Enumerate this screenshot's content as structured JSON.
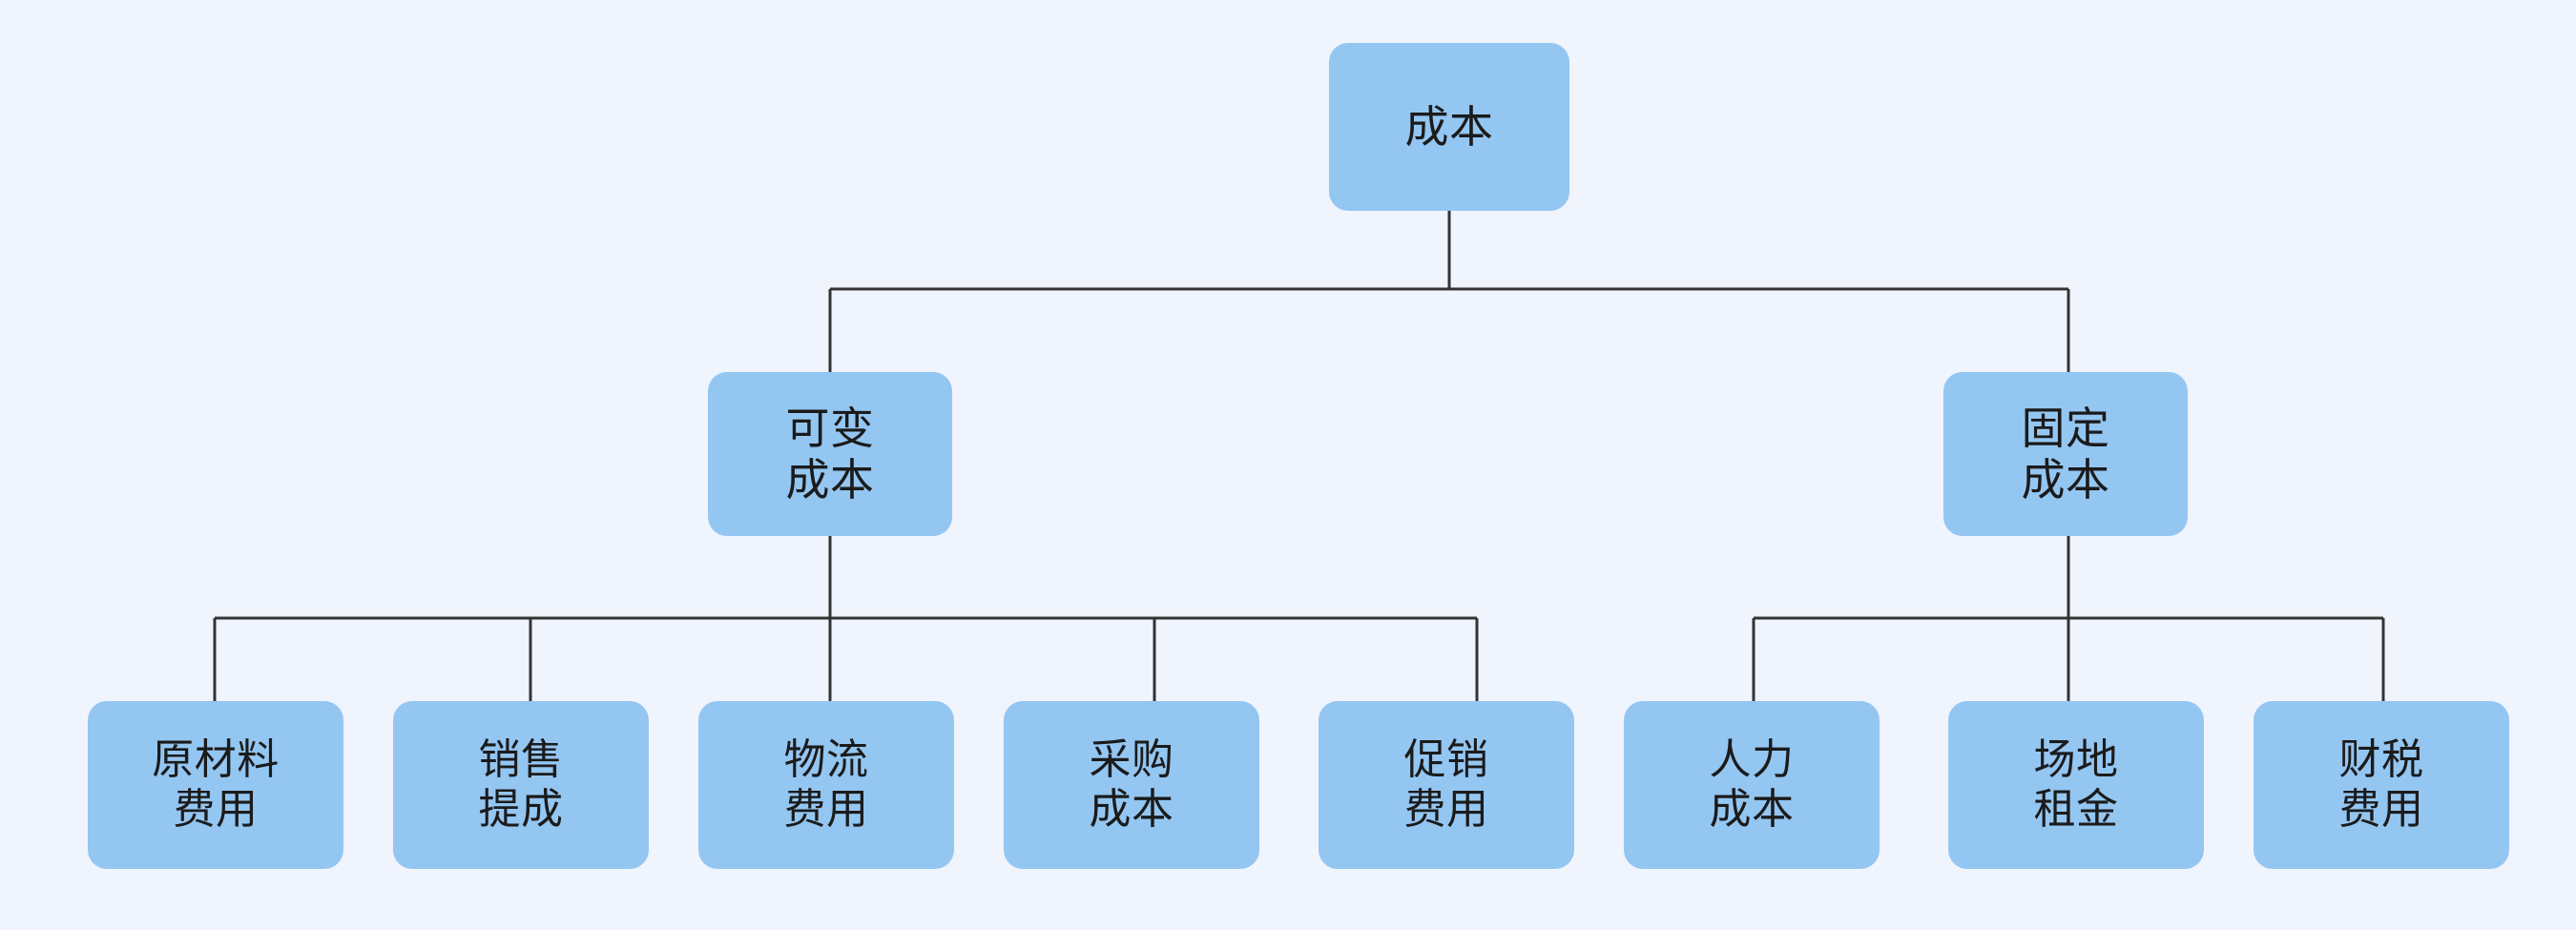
{
  "diagram": {
    "title_text": "成本",
    "type": "tree",
    "background_color": "#f0f4fd",
    "node_fill_color": "#94c6f2",
    "node_text_color": "#1b1b1b",
    "edge_color": "#333333",
    "root": {
      "label": "成本"
    },
    "level1": [
      {
        "label": "可变\n成本"
      },
      {
        "label": "固定\n成本"
      }
    ],
    "leaves": [
      {
        "label": "原材料\n费用",
        "parent": "可变成本"
      },
      {
        "label": "销售\n提成",
        "parent": "可变成本"
      },
      {
        "label": "物流\n费用",
        "parent": "可变成本"
      },
      {
        "label": "采购\n成本",
        "parent": "可变成本"
      },
      {
        "label": "促销\n费用",
        "parent": "可变成本"
      },
      {
        "label": "人力\n成本",
        "parent": "固定成本"
      },
      {
        "label": "场地\n租金",
        "parent": "固定成本"
      },
      {
        "label": "财税\n费用",
        "parent": "固定成本"
      }
    ]
  }
}
